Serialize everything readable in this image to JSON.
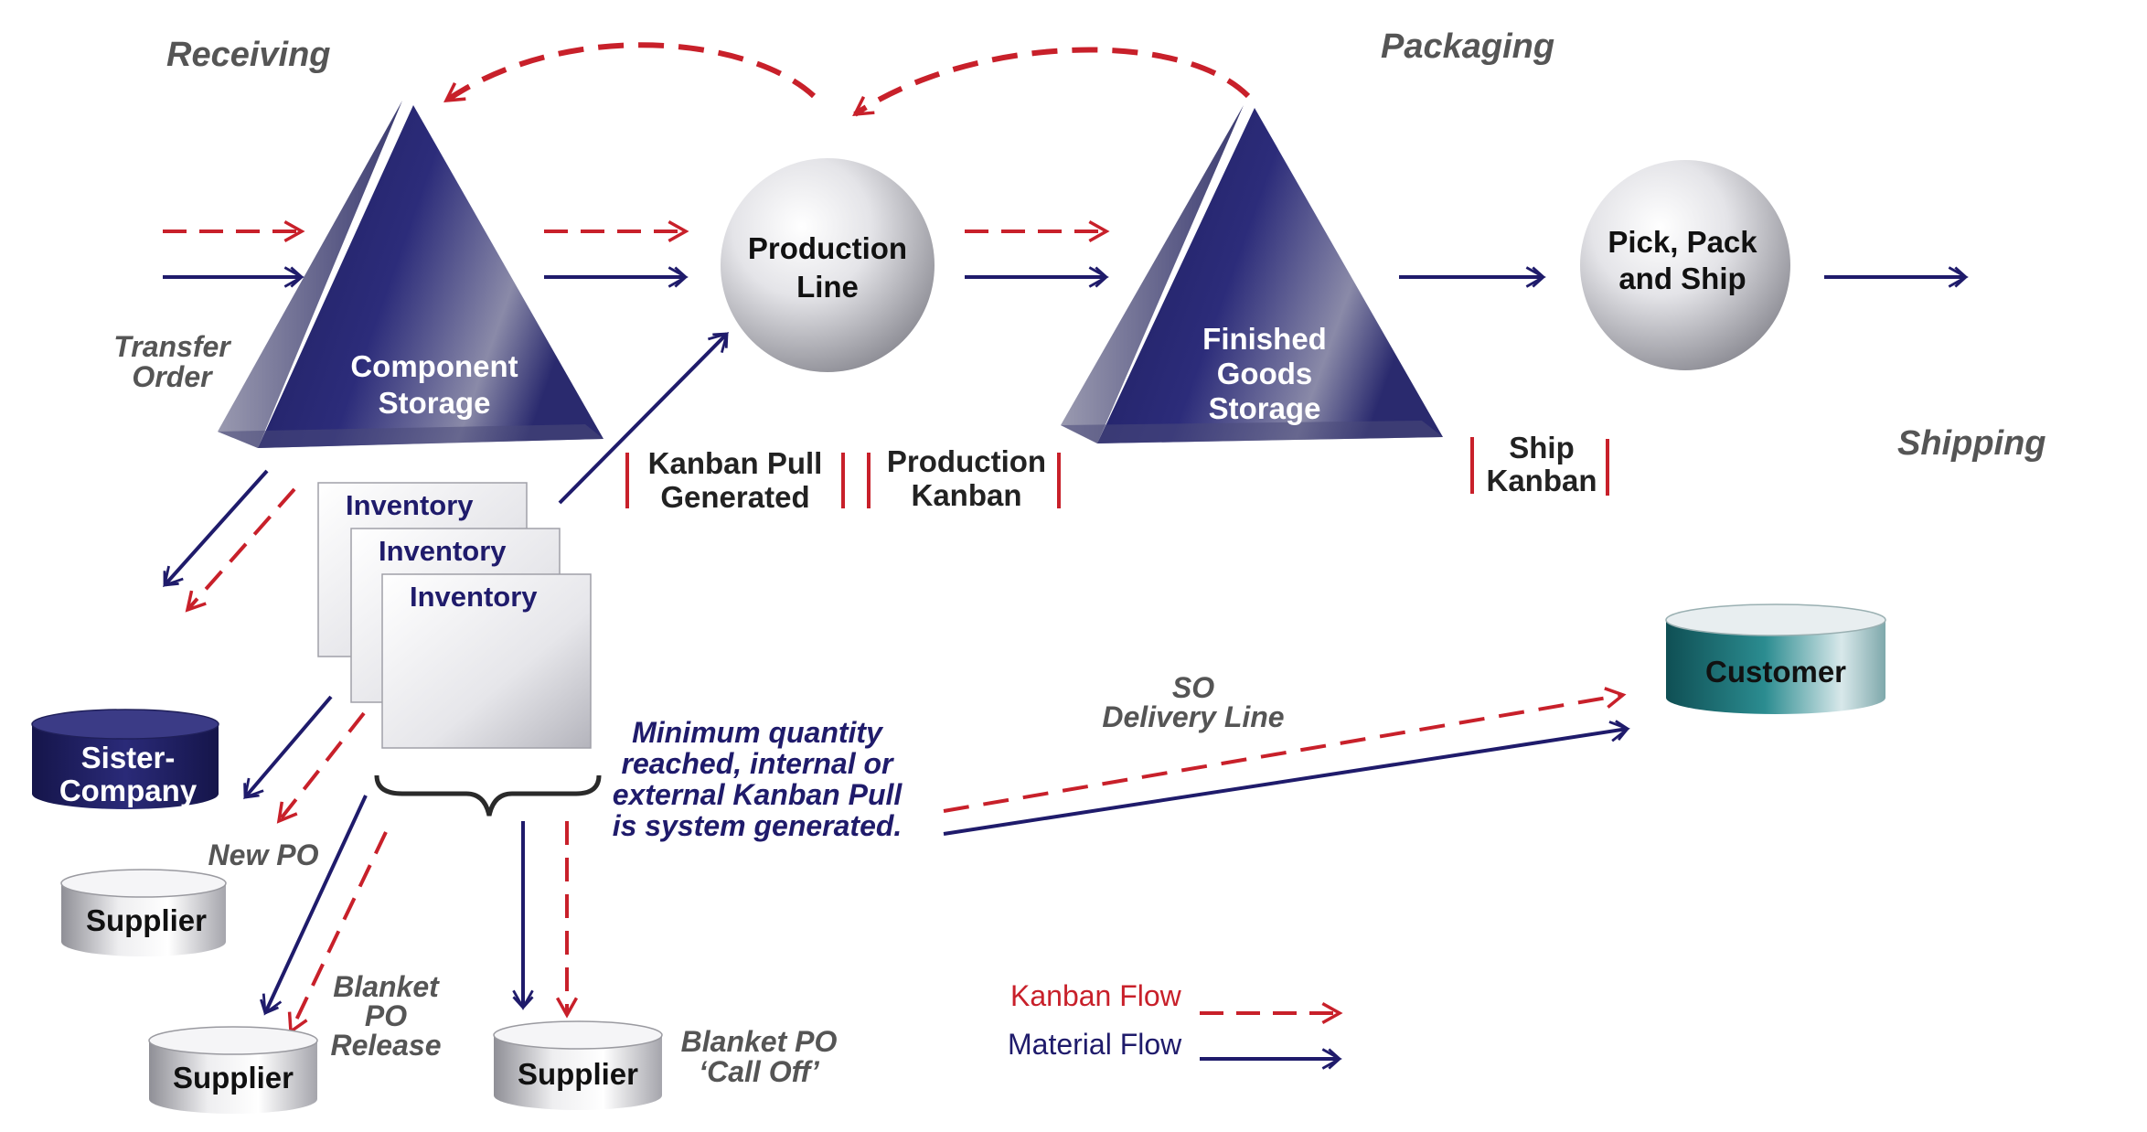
{
  "sections": {
    "receiving": "Receiving",
    "packaging": "Packaging",
    "shipping": "Shipping"
  },
  "nodes": {
    "component_storage": [
      "Component",
      "Storage"
    ],
    "production_line": [
      "Production",
      "Line"
    ],
    "finished_goods": [
      "Finished",
      "Goods",
      "Storage"
    ],
    "pick_pack_ship": [
      "Pick, Pack",
      "and Ship"
    ],
    "customer": "Customer",
    "sister_company": [
      "Sister-",
      "Company"
    ],
    "supplier_1": "Supplier",
    "supplier_2": "Supplier",
    "supplier_3": "Supplier"
  },
  "inventory_cards": [
    "Inventory",
    "Inventory",
    "Inventory"
  ],
  "kanbans": {
    "kanban_pull": [
      "Kanban Pull",
      "Generated"
    ],
    "production_kanban": [
      "Production",
      "Kanban"
    ],
    "ship_kanban": [
      "Ship",
      "Kanban"
    ]
  },
  "labels": {
    "transfer_order": [
      "Transfer",
      "Order"
    ],
    "new_po": "New PO",
    "blanket_po_release": [
      "Blanket",
      "PO",
      "Release"
    ],
    "blanket_po_call_off": [
      "Blanket PO",
      "‘Call Off’"
    ],
    "so_delivery_line": [
      "SO",
      "Delivery Line"
    ]
  },
  "note": [
    "Minimum quantity",
    "reached, internal or",
    "external Kanban Pull",
    "is system generated."
  ],
  "legend": {
    "kanban_flow": "Kanban Flow",
    "material_flow": "Material Flow"
  },
  "colors": {
    "kanban_red": "#c8202a",
    "material_navy": "#1f1b6b",
    "customer_teal": "#1d6f74"
  }
}
